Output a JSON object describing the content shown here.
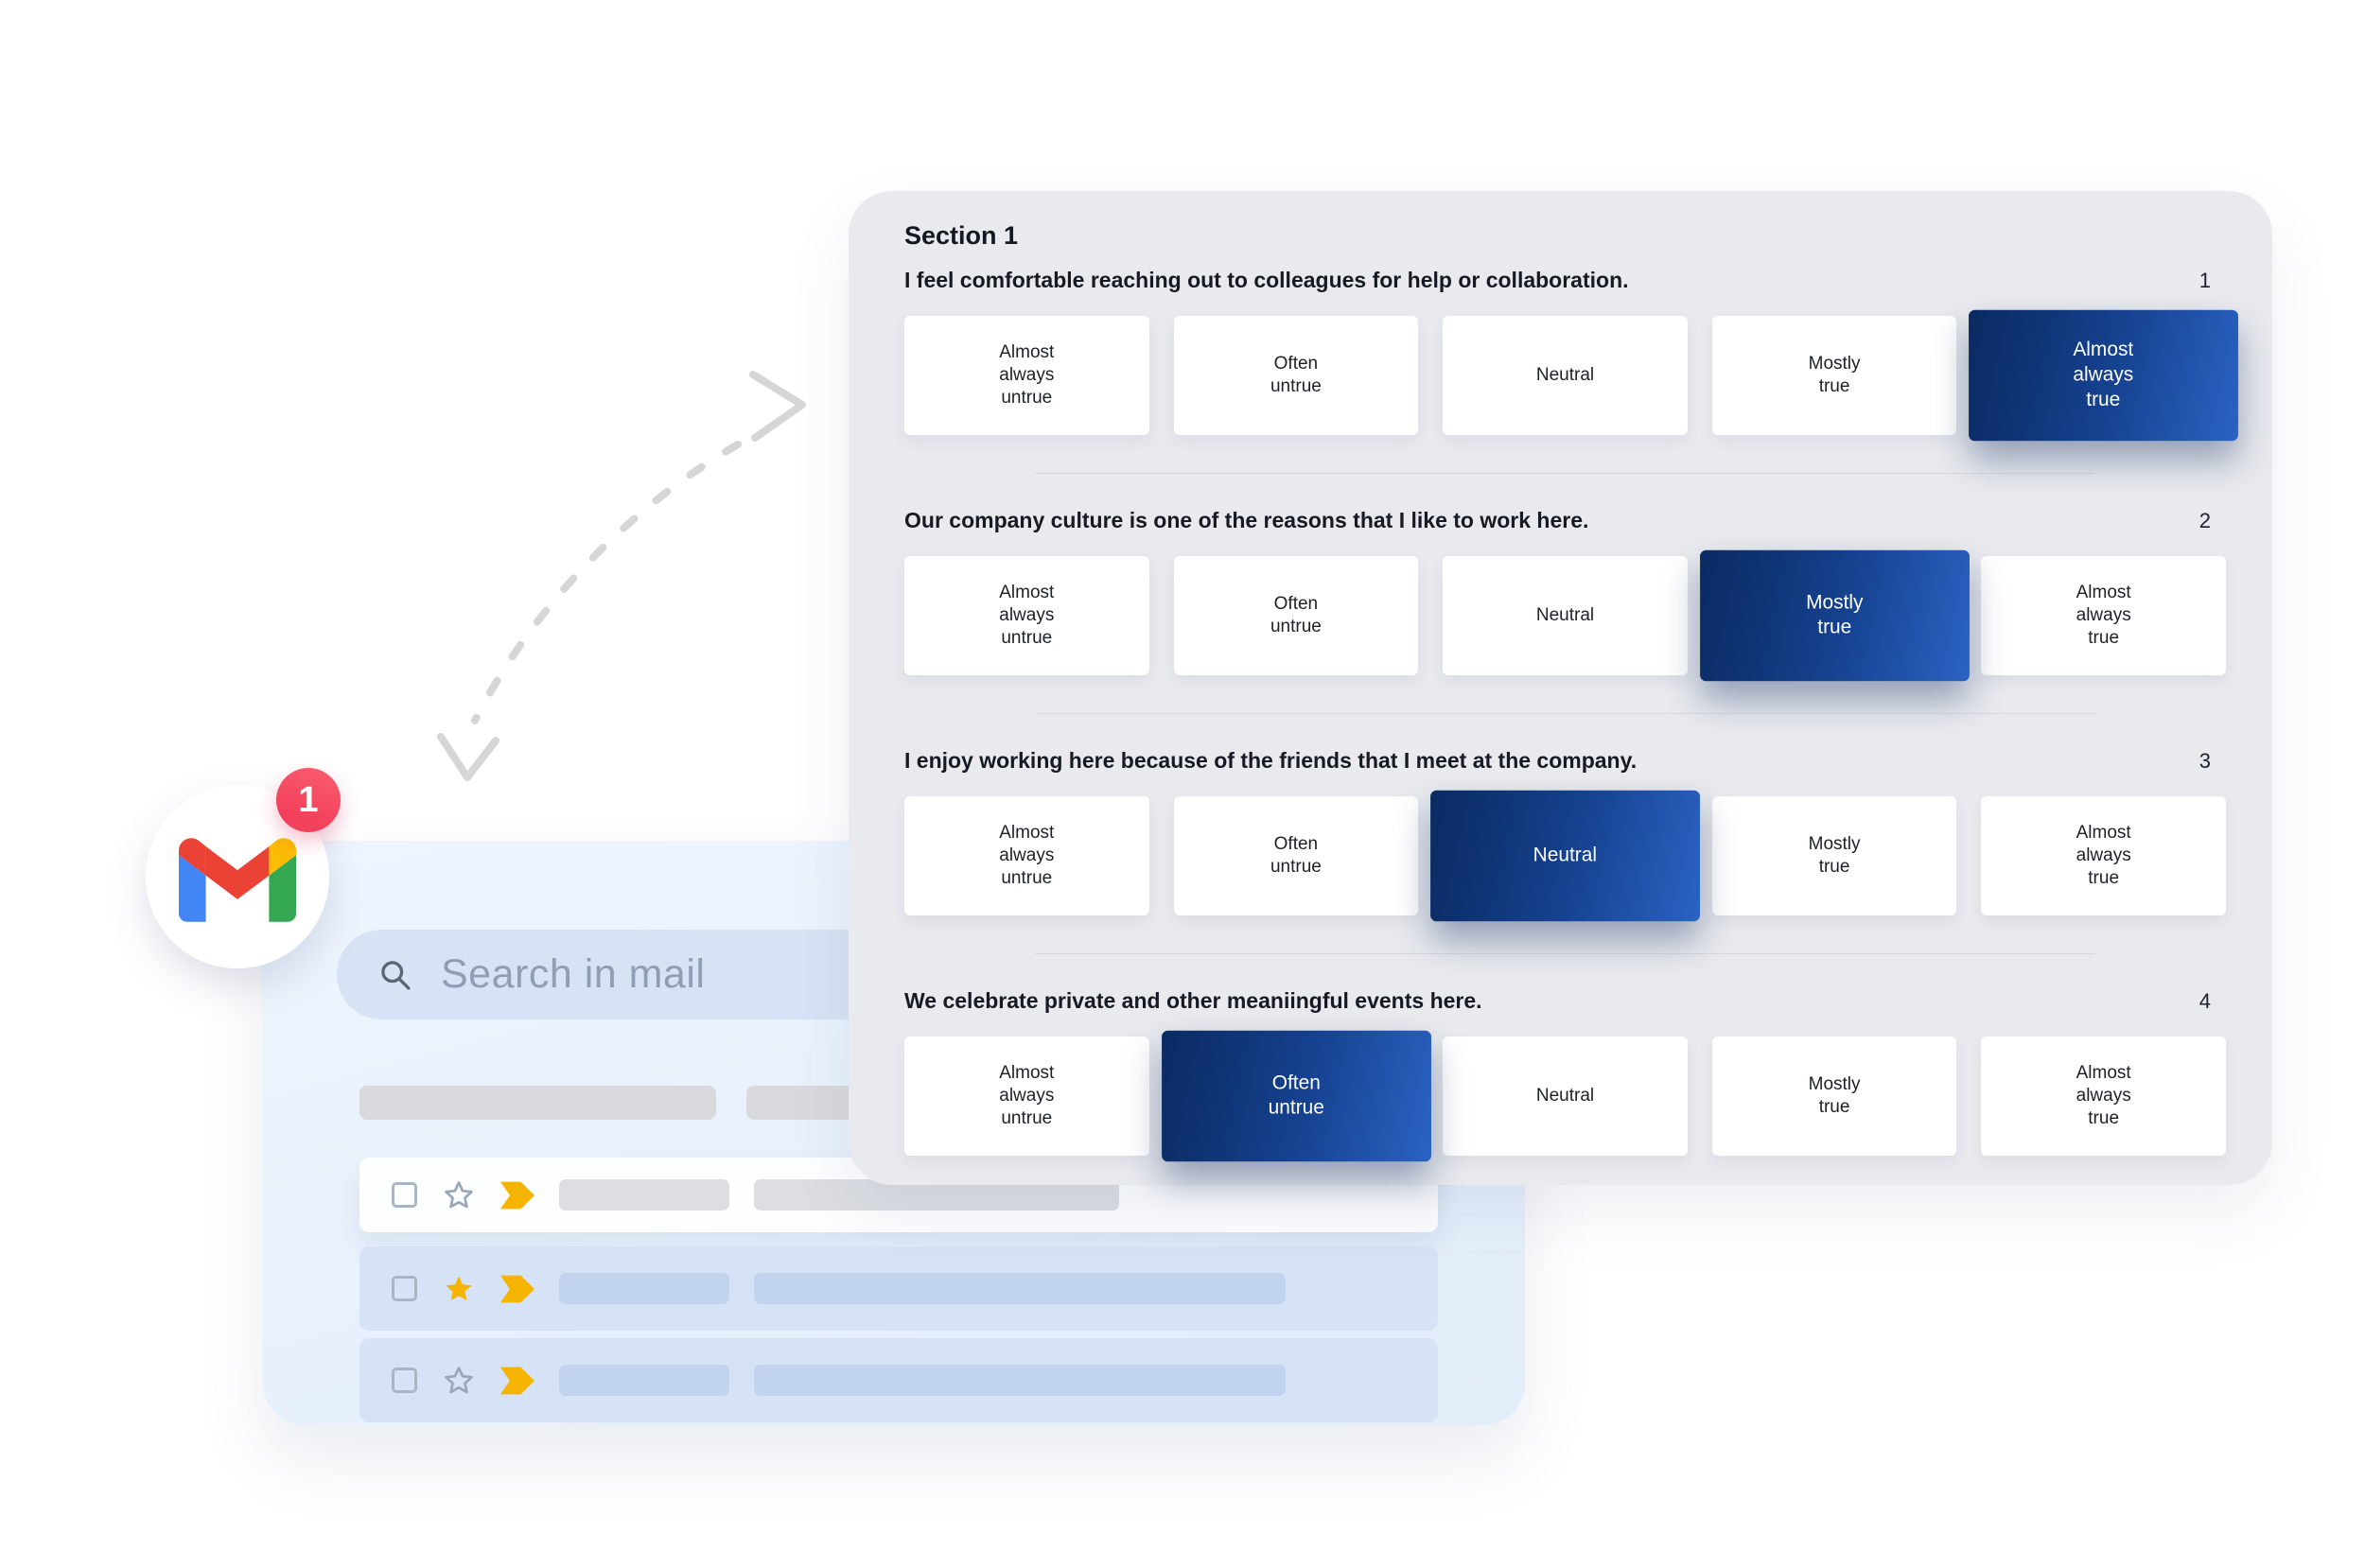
{
  "colors": {
    "panel_bg": "#e8eaee",
    "selected_start": "#0a2a61",
    "selected_mid": "#15418e",
    "selected_end": "#2a63c3",
    "gmail_red": "#ea4335",
    "gmail_blue": "#4285f4",
    "gmail_green": "#34a853",
    "gmail_yellow": "#fbbc04",
    "badge_red": "#f2415c",
    "star_yellow": "#f4b400",
    "window_bg_top": "#eef5fe",
    "window_bg_bottom": "#e2edfa",
    "searchbar_bg": "#d7e3f4",
    "arrow_gray": "#d6d6d6"
  },
  "survey": {
    "section_title": "Section 1",
    "scale_options": [
      "Almost\nalways\nuntrue",
      "Often\nuntrue",
      "Neutral",
      "Mostly\ntrue",
      "Almost\nalways\ntrue"
    ],
    "questions": [
      {
        "number": "1",
        "text": "I feel comfortable reaching out to colleagues for help or collaboration.",
        "selected": 4
      },
      {
        "number": "2",
        "text": "Our company culture is one of the reasons that I like to work here.",
        "selected": 3
      },
      {
        "number": "3",
        "text": "I enjoy working here because of the friends that I meet at the company.",
        "selected": 2
      },
      {
        "number": "4",
        "text": "We celebrate private and other meaniingful events here.",
        "selected": 1
      }
    ]
  },
  "gmail": {
    "badge_count": "1",
    "search_placeholder": "Search in mail"
  }
}
